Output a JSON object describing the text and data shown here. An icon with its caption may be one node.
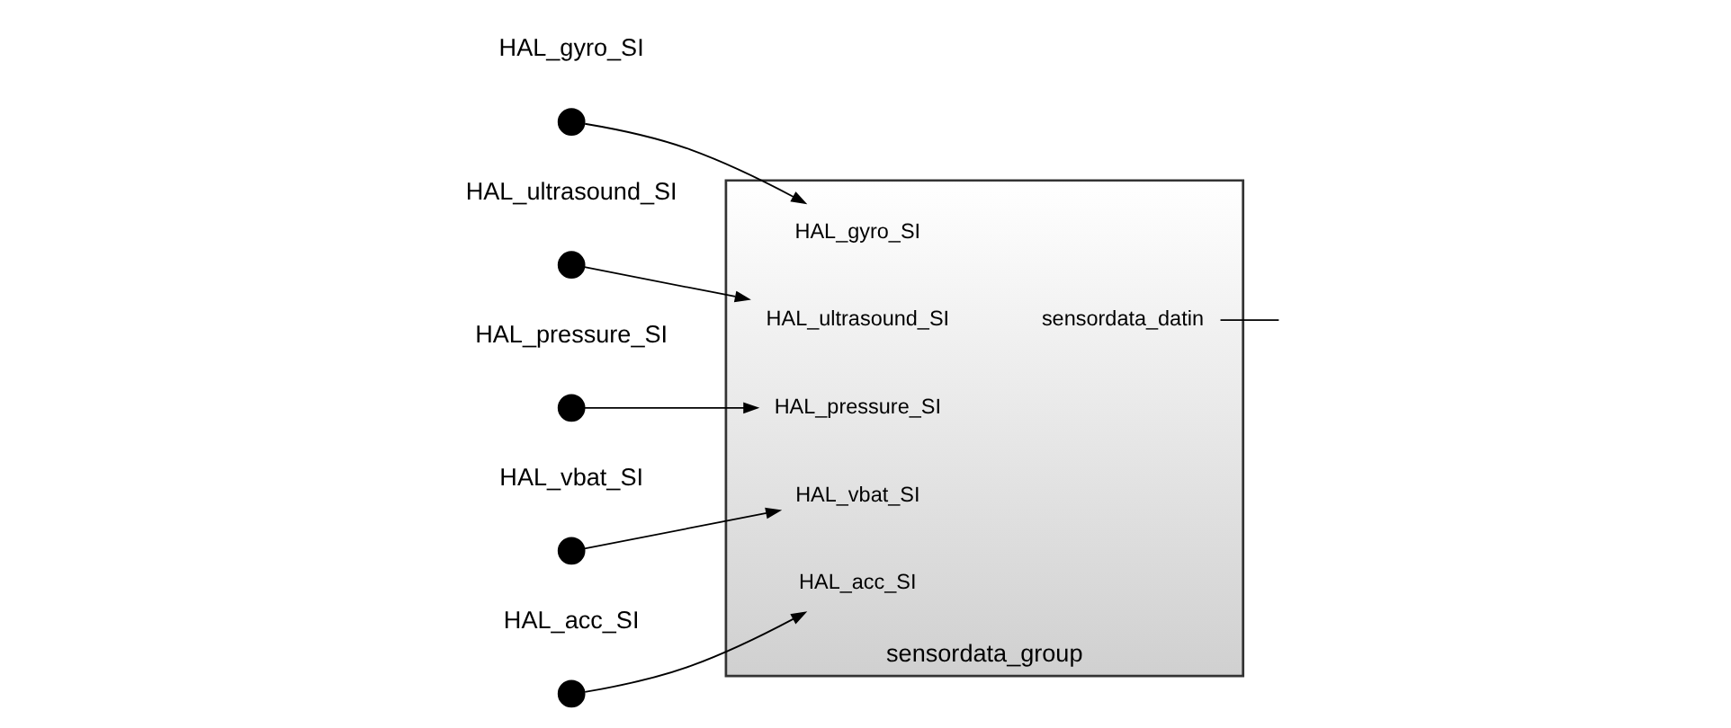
{
  "diagram": {
    "nodes": [
      {
        "text": [],
        "shape": "circle",
        "beside": [
          "HAL_acc_SI"
        ]
      },
      {
        "text": [],
        "shape": "circle",
        "beside": [
          "HAL_gyro_SI"
        ]
      },
      {
        "text": [],
        "shape": "circle",
        "beside": [
          "HAL_ultrasound_SI"
        ]
      },
      {
        "text": [],
        "shape": "circle",
        "beside": [
          "HAL_pressure_SI"
        ]
      },
      {
        "text": [],
        "shape": "circle",
        "beside": [
          "HAL_vbat_SI"
        ]
      },
      {
        "text": [
          "sensordata_group"
        ]
      },
      {
        "text": [
          "HAL_acc_SI"
        ],
        "in": 5
      },
      {
        "text": [
          "HAL_gyro_SI"
        ],
        "in": 5
      },
      {
        "text": [
          "HAL_ultrasound_SI"
        ],
        "in": 5
      },
      {
        "text": [
          "HAL_pressure_SI"
        ],
        "in": 5
      },
      {
        "text": [
          "HAL_vbat_SI"
        ],
        "in": 5
      },
      {
        "text": [
          "sensordata_datin"
        ],
        "in": 5
      }
    ],
    "edges": [
      {
        "from": 0,
        "to": 6,
        "arrow": "to"
      },
      {
        "from": 1,
        "to": 7,
        "arrow": "to"
      },
      {
        "from": 2,
        "to": 8,
        "arrow": "to"
      },
      {
        "from": 3,
        "to": 9,
        "arrow": "to"
      },
      {
        "from": 4,
        "to": 10,
        "arrow": "to"
      },
      {
        "from": 11,
        "to": null,
        "arrow": "none"
      }
    ]
  }
}
